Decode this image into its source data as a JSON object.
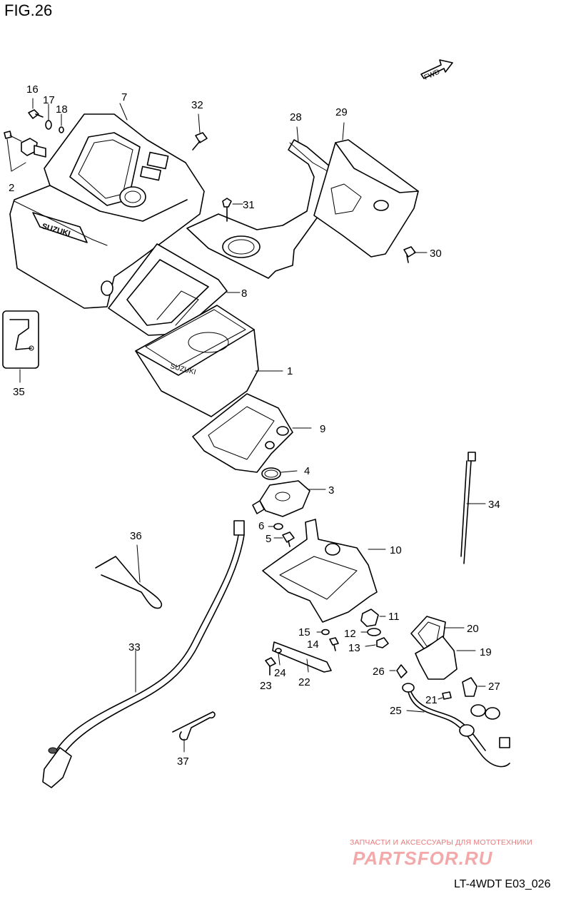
{
  "figure": {
    "title": "FIG.26",
    "code": "LT-4WDT E03_026",
    "fwd_label": "FWD"
  },
  "callouts": [
    {
      "id": "c1",
      "text": "1"
    },
    {
      "id": "c2",
      "text": "2"
    },
    {
      "id": "c3",
      "text": "3"
    },
    {
      "id": "c4",
      "text": "4"
    },
    {
      "id": "c5",
      "text": "5"
    },
    {
      "id": "c6",
      "text": "6"
    },
    {
      "id": "c7",
      "text": "7"
    },
    {
      "id": "c8",
      "text": "8"
    },
    {
      "id": "c9",
      "text": "9"
    },
    {
      "id": "c10",
      "text": "10"
    },
    {
      "id": "c11",
      "text": "11"
    },
    {
      "id": "c12",
      "text": "12"
    },
    {
      "id": "c13",
      "text": "13"
    },
    {
      "id": "c14",
      "text": "14"
    },
    {
      "id": "c15",
      "text": "15"
    },
    {
      "id": "c16",
      "text": "16"
    },
    {
      "id": "c17",
      "text": "17"
    },
    {
      "id": "c18",
      "text": "18"
    },
    {
      "id": "c19",
      "text": "19"
    },
    {
      "id": "c20",
      "text": "20"
    },
    {
      "id": "c21",
      "text": "21"
    },
    {
      "id": "c22",
      "text": "22"
    },
    {
      "id": "c23",
      "text": "23"
    },
    {
      "id": "c24",
      "text": "24"
    },
    {
      "id": "c25",
      "text": "25"
    },
    {
      "id": "c26",
      "text": "26"
    },
    {
      "id": "c27",
      "text": "27"
    },
    {
      "id": "c28",
      "text": "28"
    },
    {
      "id": "c29",
      "text": "29"
    },
    {
      "id": "c30",
      "text": "30"
    },
    {
      "id": "c31",
      "text": "31"
    },
    {
      "id": "c32",
      "text": "32"
    },
    {
      "id": "c33",
      "text": "33"
    },
    {
      "id": "c34",
      "text": "34"
    },
    {
      "id": "c35",
      "text": "35"
    },
    {
      "id": "c36",
      "text": "36"
    },
    {
      "id": "c37",
      "text": "37"
    }
  ],
  "watermark": {
    "subtitle": "ЗАПЧАСТИ И АКСЕССУАРЫ ДЛЯ МОТОТЕХНИКИ",
    "logo": "PARTSFOR.RU"
  },
  "colors": {
    "line": "#000000",
    "background": "#ffffff",
    "watermark": "#f3a9a9"
  }
}
